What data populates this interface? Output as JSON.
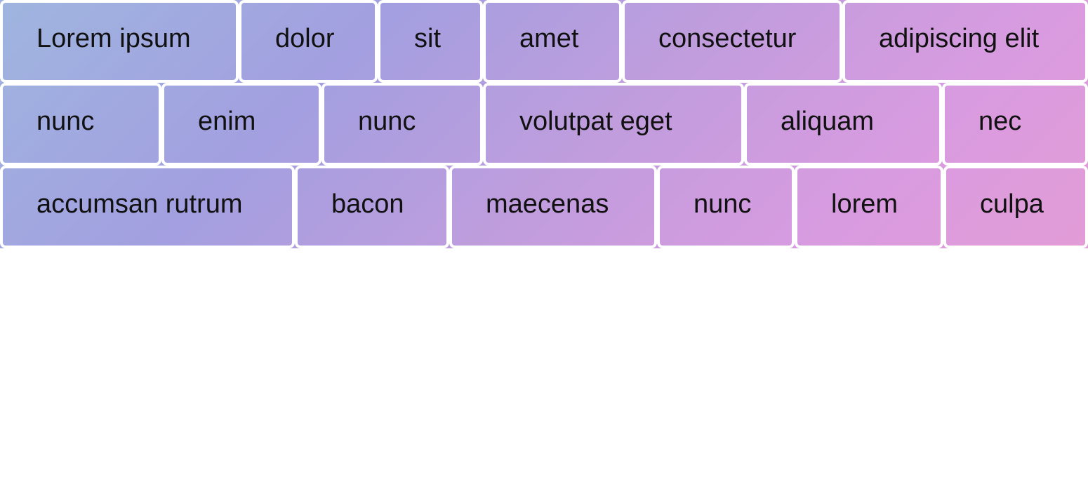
{
  "tags": {
    "rows": [
      [
        "Lorem ipsum",
        "dolor",
        "sit",
        "amet",
        "consectetur",
        "adipiscing elit"
      ],
      [
        "nunc",
        "enim",
        "nunc",
        "volutpat eget",
        "aliquam",
        "nec"
      ],
      [
        "accumsan rutrum",
        "bacon",
        "maecenas",
        "nunc",
        "lorem",
        "culpa"
      ]
    ]
  }
}
